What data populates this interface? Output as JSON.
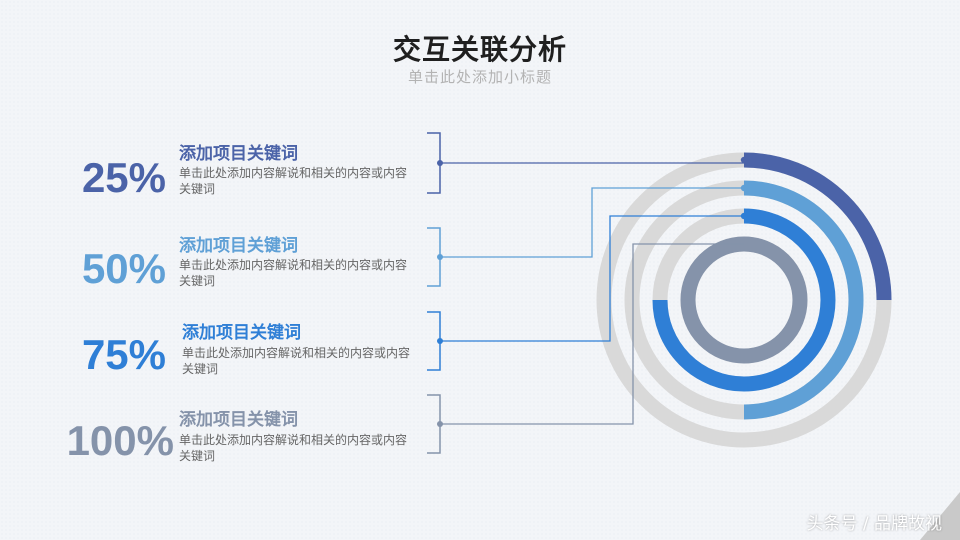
{
  "header": {
    "title": "交互关联分析",
    "subtitle": "单击此处添加小标题"
  },
  "items": [
    {
      "percent": "25%",
      "title": "添加项目关键词",
      "desc": "单击此处添加内容解说和相关的内容或内容关键词",
      "color": "#4b63a8"
    },
    {
      "percent": "50%",
      "title": "添加项目关键词",
      "desc": "单击此处添加内容解说和相关的内容或内容关键词",
      "color": "#5fa0d6"
    },
    {
      "percent": "75%",
      "title": "添加项目关键词",
      "desc": "单击此处添加内容解说和相关的内容或内容关键词",
      "color": "#2f7fd6"
    },
    {
      "percent": "100%",
      "title": "添加项目关键词",
      "desc": "单击此处添加内容解说和相关的内容或内容关键词",
      "color": "#8593aa"
    }
  ],
  "chart_data": {
    "type": "pie",
    "variant": "concentric-ring-progress",
    "categories": [
      "添加项目关键词",
      "添加项目关键词",
      "添加项目关键词",
      "添加项目关键词"
    ],
    "values": [
      25,
      50,
      75,
      100
    ],
    "unit": "%",
    "track_color": "#d9d9d9"
  },
  "watermark": "头条号 / 品牌故视"
}
